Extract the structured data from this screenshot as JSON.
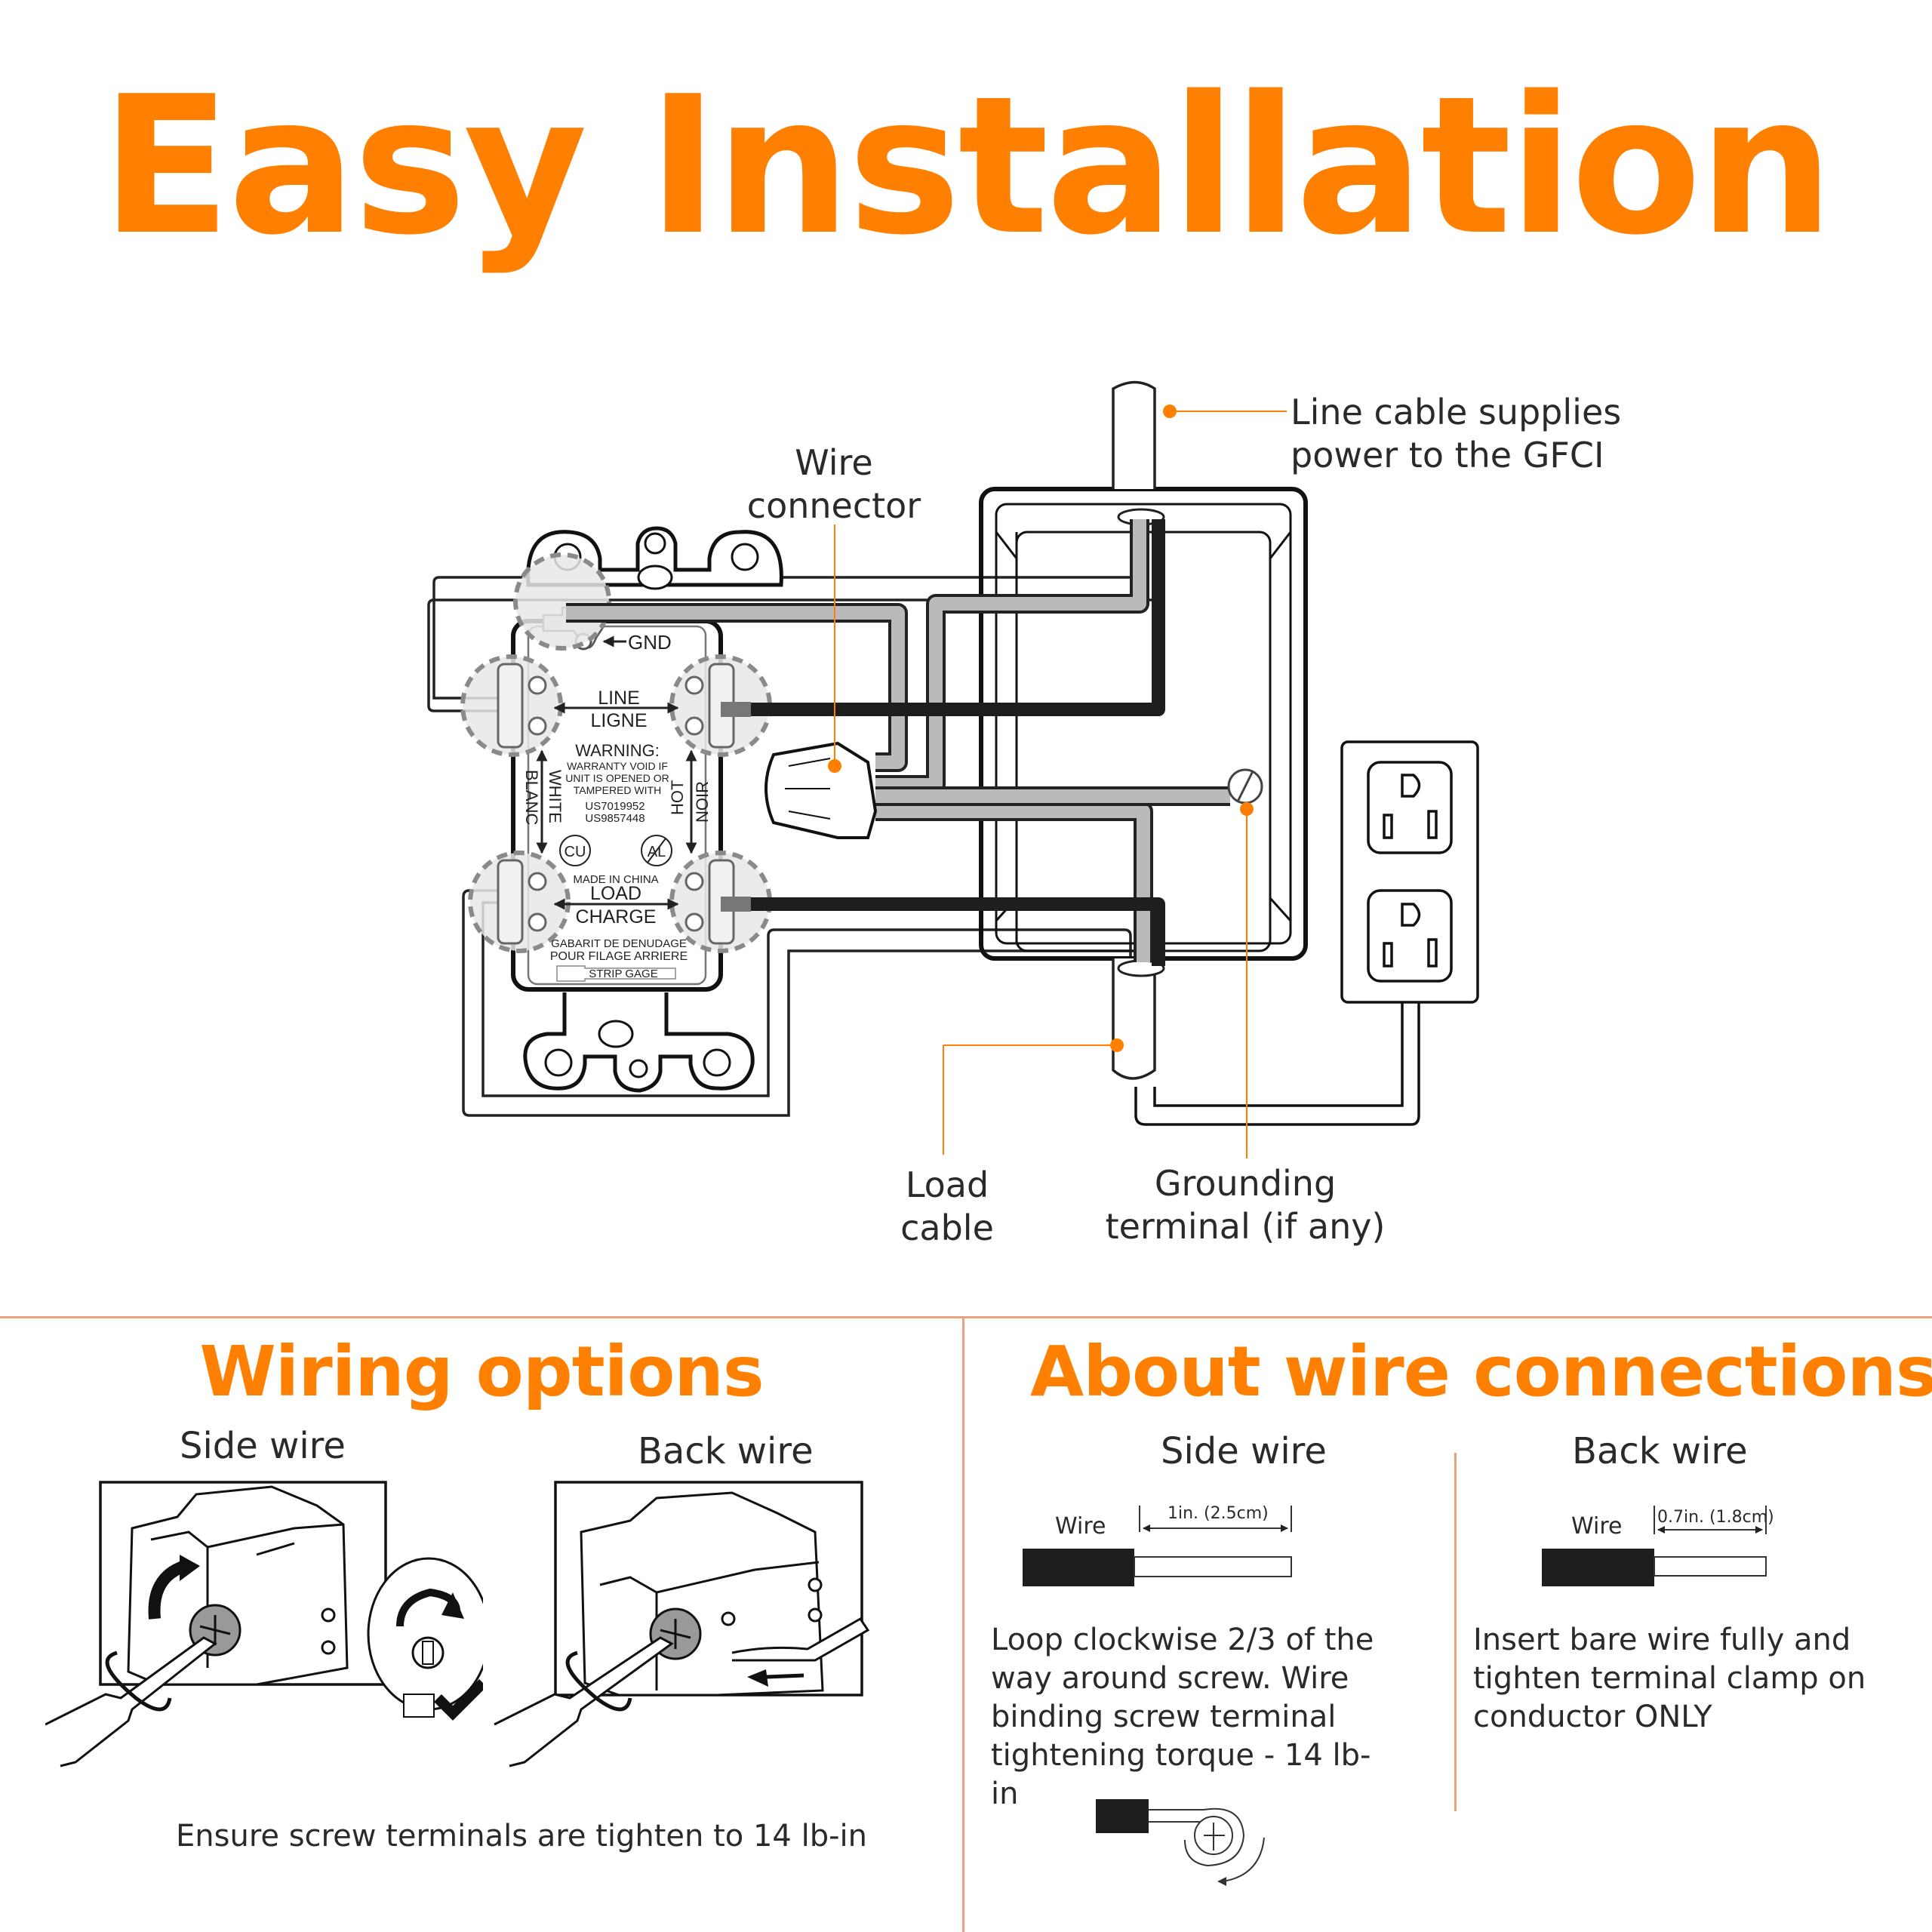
{
  "title": "Easy Installation",
  "colors": {
    "accent": "#FF7F00",
    "divider": "#E9A27C",
    "wire_black": "#1e1e1e",
    "wire_gray": "#b9babc",
    "halo": "#e6e6e6"
  },
  "diagram": {
    "callouts": {
      "wire_connector": [
        "Wire",
        "connector"
      ],
      "line_cable": [
        "Line cable supplies",
        "power to the GFCI"
      ],
      "load_cable": [
        "Load",
        "cable"
      ],
      "grounding_terminal": [
        "Grounding",
        "terminal (if any)"
      ]
    },
    "gfci_labels": {
      "gnd": "GND",
      "line": "LINE",
      "ligne": "LIGNE",
      "warning_title": "WARNING:",
      "warning_lines": [
        "WARRANTY VOID IF",
        "UNIT IS OPENED OR",
        "TAMPERED WITH"
      ],
      "patents": [
        "US7019952",
        "US9857448"
      ],
      "white": "WHITE",
      "blanc": "BLANC",
      "hot": "HOT",
      "noir": "NOIR",
      "cu": "CU",
      "al": "AL",
      "made_in": "MADE IN CHINA",
      "load": "LOAD",
      "charge": "CHARGE",
      "gabarit_lines": [
        "GABARIT DE DENUDAGE",
        "POUR FILAGE ARRIERE"
      ],
      "strip_gage": "STRIP GAGE"
    }
  },
  "wiring_options": {
    "title": "Wiring options",
    "side_wire_label": "Side wire",
    "back_wire_label": "Back wire",
    "note": "Ensure screw terminals are tighten to 14 lb-in"
  },
  "about_connections": {
    "title": "About wire connections",
    "side_wire": {
      "label": "Side wire",
      "wire_label": "Wire",
      "strip_length": "1in. (2.5cm)",
      "description": "Loop clockwise 2/3 of the way around screw. Wire binding screw terminal tightening torque - 14 lb-in"
    },
    "back_wire": {
      "label": "Back wire",
      "wire_label": "Wire",
      "strip_length": "0.7in. (1.8cm)",
      "description": "Insert bare wire fully and tighten terminal clamp on conductor ONLY"
    }
  }
}
